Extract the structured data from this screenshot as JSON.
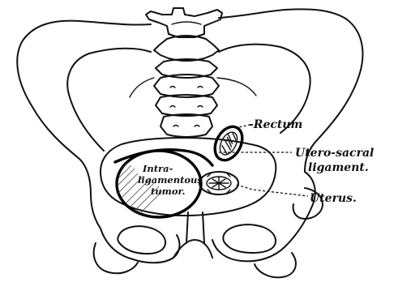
{
  "labels": {
    "rectum": "-Rectum",
    "utero_sacral_line1": "Utero-sacral",
    "utero_sacral_line2": "ligament.",
    "uterus": "Uterus.",
    "tumor_line1": "Intra-",
    "tumor_line2": "ligamentous",
    "tumor_line3": "tumor."
  },
  "colors": {
    "ink": "#111111",
    "paper": "#ffffff"
  }
}
